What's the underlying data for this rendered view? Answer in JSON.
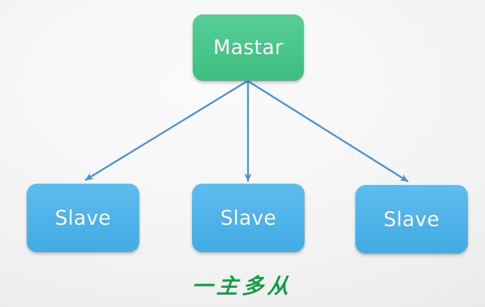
{
  "diagram": {
    "title_caption": "一主多从",
    "background_color": "#f2f2f2",
    "nodes": {
      "master": {
        "label": "Mastar",
        "role": "master",
        "color": "#4ac78c",
        "text_color": "#ffffff"
      },
      "slaves": [
        {
          "label": "Slave",
          "role": "slave",
          "color": "#50b3e9",
          "text_color": "#ffffff"
        },
        {
          "label": "Slave",
          "role": "slave",
          "color": "#50b3e9",
          "text_color": "#ffffff"
        },
        {
          "label": "Slave",
          "role": "slave",
          "color": "#50b3e9",
          "text_color": "#ffffff"
        }
      ]
    },
    "connections": {
      "color": "#4f8fd6",
      "count": 3,
      "origin_label": "Mastar",
      "target_labels": [
        "Slave",
        "Slave",
        "Slave"
      ]
    }
  }
}
